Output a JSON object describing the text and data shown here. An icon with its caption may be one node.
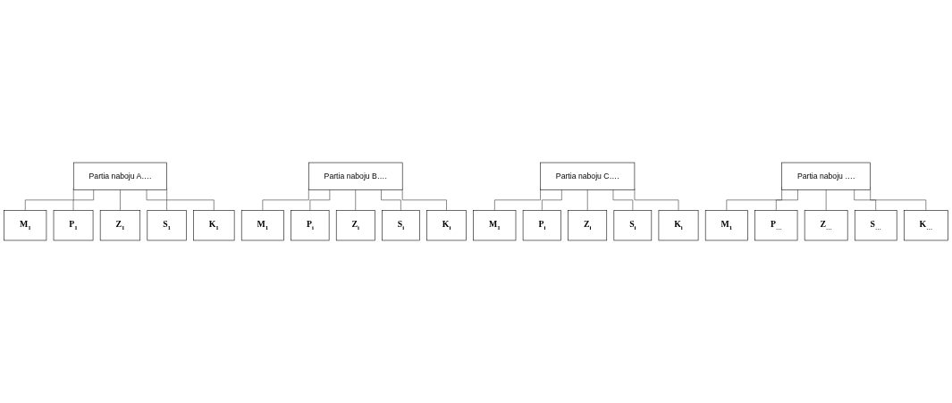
{
  "diagram": {
    "nodes": [
      {
        "text": [
          "Partia naboju A…."
        ]
      },
      {
        "text": [
          "M$_{1}$"
        ]
      },
      {
        "text": [
          "P$_{1}$"
        ]
      },
      {
        "text": [
          "Z$_{1}$"
        ]
      },
      {
        "text": [
          "S$_{1}$"
        ]
      },
      {
        "text": [
          "K$_{1}$"
        ]
      },
      {
        "text": [
          "Partia naboju B…."
        ]
      },
      {
        "text": [
          "M$_{1}$"
        ]
      },
      {
        "text": [
          "P$_{i}$"
        ]
      },
      {
        "text": [
          "Z$_{i}$"
        ]
      },
      {
        "text": [
          "S$_{i}$"
        ]
      },
      {
        "text": [
          "K$_{i}$"
        ]
      },
      {
        "text": [
          "Partia naboju C…."
        ]
      },
      {
        "text": [
          "M$_{1}$"
        ]
      },
      {
        "text": [
          "P$_{i}$"
        ]
      },
      {
        "text": [
          "Z$_{i}$"
        ]
      },
      {
        "text": [
          "S$_{i}$"
        ]
      },
      {
        "text": [
          "K$_{i}$"
        ]
      },
      {
        "text": [
          "Partia naboju …."
        ]
      },
      {
        "text": [
          "M$_{1}$"
        ]
      },
      {
        "text": [
          "P$_{…}$"
        ]
      },
      {
        "text": [
          "Z$_{…}$"
        ]
      },
      {
        "text": [
          "S$_{…}$"
        ]
      },
      {
        "text": [
          "K$_{…}$"
        ]
      }
    ],
    "edges": [
      {
        "from": 0,
        "to": 1,
        "arrow": "none"
      },
      {
        "from": 0,
        "to": 2,
        "arrow": "none"
      },
      {
        "from": 0,
        "to": 3,
        "arrow": "none"
      },
      {
        "from": 0,
        "to": 4,
        "arrow": "none"
      },
      {
        "from": 0,
        "to": 5,
        "arrow": "none"
      },
      {
        "from": 6,
        "to": 7,
        "arrow": "none"
      },
      {
        "from": 6,
        "to": 8,
        "arrow": "none"
      },
      {
        "from": 6,
        "to": 9,
        "arrow": "none"
      },
      {
        "from": 6,
        "to": 10,
        "arrow": "none"
      },
      {
        "from": 6,
        "to": 11,
        "arrow": "none"
      },
      {
        "from": 12,
        "to": 13,
        "arrow": "none"
      },
      {
        "from": 12,
        "to": 14,
        "arrow": "none"
      },
      {
        "from": 12,
        "to": 15,
        "arrow": "none"
      },
      {
        "from": 12,
        "to": 16,
        "arrow": "none"
      },
      {
        "from": 12,
        "to": 17,
        "arrow": "none"
      },
      {
        "from": 18,
        "to": 19,
        "arrow": "none"
      },
      {
        "from": 18,
        "to": 20,
        "arrow": "none"
      },
      {
        "from": 18,
        "to": 21,
        "arrow": "none"
      },
      {
        "from": 18,
        "to": 22,
        "arrow": "none"
      },
      {
        "from": 18,
        "to": 23,
        "arrow": "none"
      }
    ]
  }
}
